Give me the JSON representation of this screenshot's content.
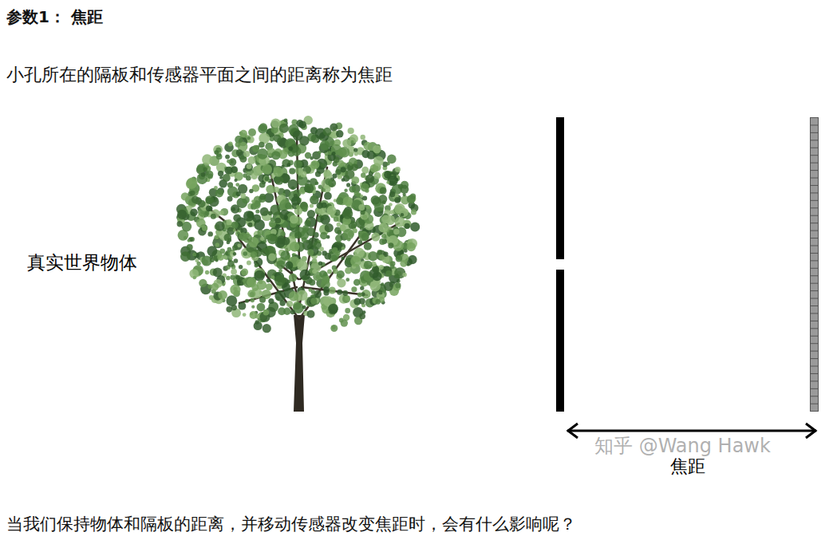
{
  "diagram": {
    "title": "参数1： 焦距",
    "labels": [
      "小孔所在的隔板和传感器平面之间的距离称为焦距",
      "真实世界物体",
      "焦距",
      "知乎 @Wang Hawk",
      "当我们保持物体和隔板的距离，并移动传感器改变焦距时，会有什么影响呢？"
    ]
  }
}
